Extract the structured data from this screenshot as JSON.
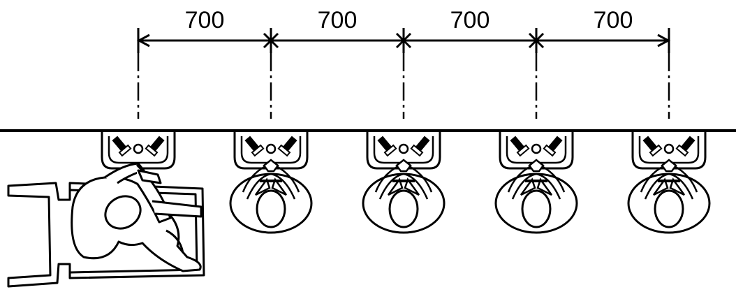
{
  "diagram": {
    "dimensions": [
      {
        "label": "700"
      },
      {
        "label": "700"
      },
      {
        "label": "700"
      },
      {
        "label": "700"
      }
    ],
    "washbasin_count": 5,
    "colors": {
      "line": "#000000",
      "background": "#ffffff"
    }
  }
}
